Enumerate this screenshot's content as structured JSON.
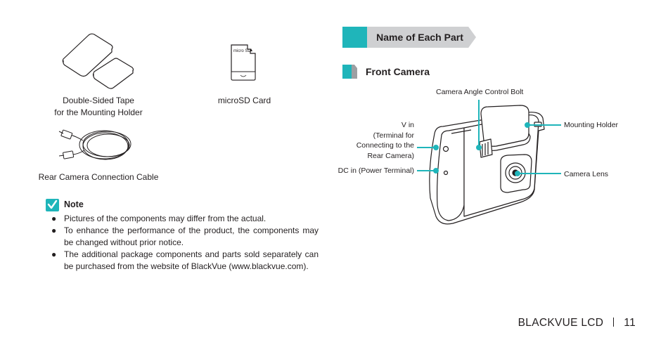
{
  "left": {
    "components": [
      {
        "caption_line1": "Double-Sided Tape",
        "caption_line2": "for the Mounting Holder",
        "icon": "double-sided-tape-icon"
      },
      {
        "caption_line1": "microSD Card",
        "icon": "microsd-card-icon",
        "card_text": "micro SD"
      },
      {
        "caption_line1": "Rear Camera Connection Cable",
        "icon": "rear-camera-cable-icon"
      }
    ],
    "note": {
      "title": "Note",
      "items": [
        "Pictures of the components may differ from the actual.",
        "To enhance the performance of the product, the components may be changed without prior notice.",
        "The additional package components and parts sold separately can be purchased from the website of BlackVue  (www.blackvue.com)."
      ]
    }
  },
  "right": {
    "section_title": "Name of Each Part",
    "subsection_title": "Front Camera",
    "labels": {
      "angle_bolt": "Camera Angle Control Bolt",
      "v_in_line1": "V in",
      "v_in_line2": "(Terminal for",
      "v_in_line3": "Connecting to the",
      "v_in_line4": "Rear Camera)",
      "dc_in": "DC in (Power Terminal)",
      "mounting_holder": "Mounting Holder",
      "camera_lens": "Camera Lens"
    }
  },
  "footer": {
    "brand": "BLACKVUE LCD",
    "page_number": "11"
  },
  "colors": {
    "accent": "#1fb5ba",
    "header_grey": "#cfd0d2",
    "text": "#231f20"
  }
}
